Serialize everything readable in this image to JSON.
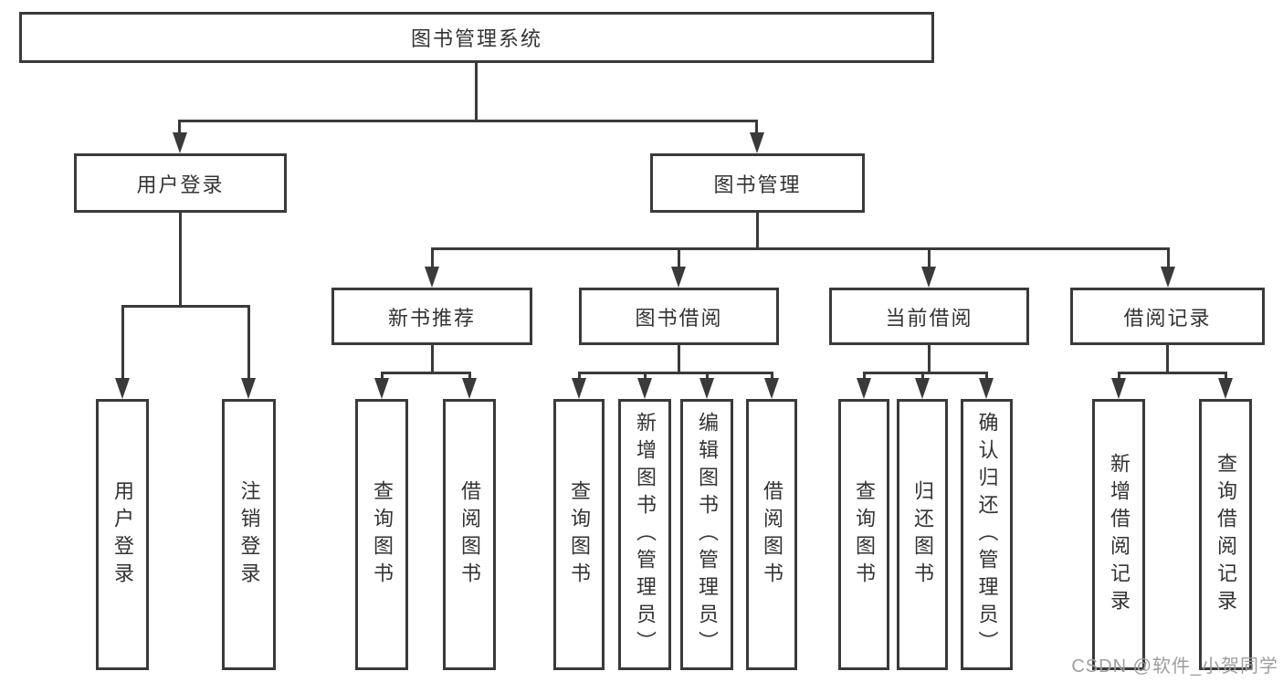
{
  "diagram": {
    "type": "tree",
    "root": {
      "label": "图书管理系统"
    },
    "branches": [
      {
        "label": "用户登录",
        "children": [
          {
            "label": "用户登录"
          },
          {
            "label": "注销登录"
          }
        ]
      },
      {
        "label": "图书管理",
        "children": [
          {
            "label": "新书推荐",
            "children": [
              {
                "label": "查询图书"
              },
              {
                "label": "借阅图书"
              }
            ]
          },
          {
            "label": "图书借阅",
            "children": [
              {
                "label": "查询图书"
              },
              {
                "label": "新增图书（管理员）"
              },
              {
                "label": "编辑图书（管理员）"
              },
              {
                "label": "借阅图书"
              }
            ]
          },
          {
            "label": "当前借阅",
            "children": [
              {
                "label": "查询图书"
              },
              {
                "label": "归还图书"
              },
              {
                "label": "确认归还（管理员）"
              }
            ]
          },
          {
            "label": "借阅记录",
            "children": [
              {
                "label": "新增借阅记录"
              },
              {
                "label": "查询借阅记录"
              }
            ]
          }
        ]
      }
    ]
  },
  "watermark": {
    "text": "CSDN @软件_小贺同学"
  },
  "colors": {
    "line": "#3a3a3a",
    "box_border": "#3a3a3a",
    "text": "#333333",
    "watermark": "#9e9e9e",
    "background": "#ffffff"
  }
}
